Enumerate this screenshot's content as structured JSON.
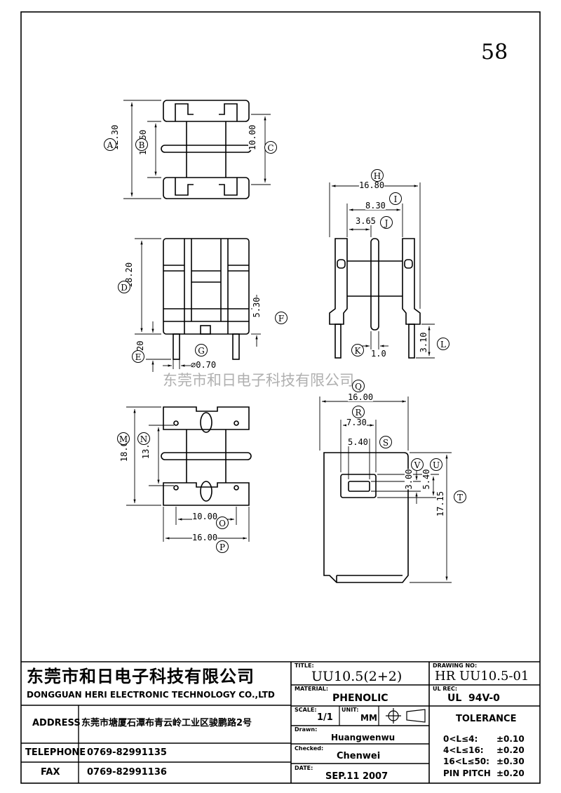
{
  "page_number": "58",
  "watermark": "东莞市和日电子科技有限公司",
  "dimensions": {
    "A": {
      "letter": "A",
      "value": "12.30"
    },
    "B": {
      "letter": "B",
      "value": "10.50"
    },
    "C": {
      "letter": "C",
      "value": "10.00"
    },
    "D": {
      "letter": "D",
      "value": "18.20"
    },
    "E": {
      "letter": "E",
      "value": "2.20"
    },
    "F": {
      "letter": "F",
      "value": "5.30"
    },
    "G": {
      "letter": "G",
      "value": "∅0.70"
    },
    "H": {
      "letter": "H",
      "value": "16.80"
    },
    "I": {
      "letter": "I",
      "value": "8.30"
    },
    "J": {
      "letter": "J",
      "value": "3.65"
    },
    "K": {
      "letter": "K",
      "value": "1.0"
    },
    "L": {
      "letter": "L",
      "value": "3.10"
    },
    "M": {
      "letter": "M",
      "value": "18.00"
    },
    "N": {
      "letter": "N",
      "value": "13.00"
    },
    "O": {
      "letter": "O",
      "value": "10.00"
    },
    "P": {
      "letter": "P",
      "value": "16.00"
    },
    "Q": {
      "letter": "Q",
      "value": "16.00"
    },
    "R": {
      "letter": "R",
      "value": "7.30"
    },
    "S": {
      "letter": "S",
      "value": "5.40"
    },
    "T": {
      "letter": "T",
      "value": "17.15"
    },
    "U": {
      "letter": "U",
      "value": "5.40"
    },
    "V": {
      "letter": "V",
      "value": "3.00"
    }
  },
  "title_block": {
    "company_cn": "东莞市和日电子科技有限公司",
    "company_en": "DONGGUAN HERI ELECTRONIC TECHNOLOGY CO.,LTD",
    "address_label": "ADDRESS",
    "address_value": "东莞市塘厦石潭布青云岭工业区骏鹏路2号",
    "telephone_label": "TELEPHONE",
    "telephone_value": "0769-82991135",
    "fax_label": "FAX",
    "fax_value": "0769-82991136",
    "title_label": "TITLE:",
    "title_value": "UU10.5(2+2)",
    "material_label": "MATERIAL:",
    "material_value": "PHENOLIC",
    "scale_label": "SCALE:",
    "scale_value": "1/1",
    "unit_label": "UNIT:",
    "unit_value": "MM",
    "drawn_label": "Drawn:",
    "drawn_value": "Huangwenwu",
    "checked_label": "Checked:",
    "checked_value": "Chenwei",
    "date_label": "DATE:",
    "date_value": "SEP.11 2007",
    "drawing_no_label": "DRAWING NO:",
    "drawing_no_value": "HR UU10.5-01",
    "ul_label": "UL REC:",
    "ul_value": "UL  94V-0",
    "tolerance_label": "TOLERANCE",
    "tolerances": [
      {
        "range": "0<L≤4:",
        "value": "±0.10"
      },
      {
        "range": "4<L≤16:",
        "value": "±0.20"
      },
      {
        "range": "16<L≤50:",
        "value": "±0.30"
      },
      {
        "range": "PIN PITCH",
        "value": "±0.20"
      }
    ]
  }
}
